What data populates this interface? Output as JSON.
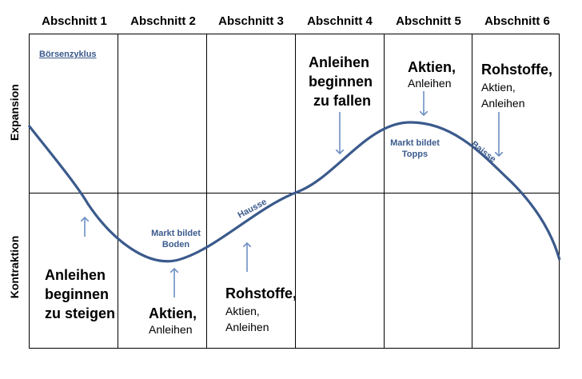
{
  "header": {
    "sections": [
      "Abschnitt 1",
      "Abschnitt 2",
      "Abschnitt 3",
      "Abschnitt 4",
      "Abschnitt 5",
      "Abschnitt 6"
    ]
  },
  "axis": {
    "upper": "Expansion",
    "lower": "Kontraktion"
  },
  "legend_link": "Börsenzyklus",
  "annotations": {
    "s1": [
      "Anleihen",
      "beginnen",
      "zu steigen"
    ],
    "s2_title": "Aktien,",
    "s2_sub": "Anleihen",
    "s3_title": "Rohstoffe,",
    "s3_sub1": "Aktien,",
    "s3_sub2": "Anleihen",
    "s4": [
      "Anleihen",
      "beginnen",
      "zu fallen"
    ],
    "s5_title": "Aktien,",
    "s5_sub": "Anleihen",
    "s6_title": "Rohstoffe,",
    "s6_sub1": "Aktien,",
    "s6_sub2": "Anleihen"
  },
  "curve_labels": {
    "bottom1": "Markt bildet",
    "bottom2": "Boden",
    "hausse": "Hausse",
    "top1": "Markt bildet",
    "top2": "Topps",
    "baisse": "Baisse"
  },
  "colors": {
    "curve": "#3b5a8c",
    "arrow": "#6d8fc4",
    "label": "#3b5a8c"
  }
}
